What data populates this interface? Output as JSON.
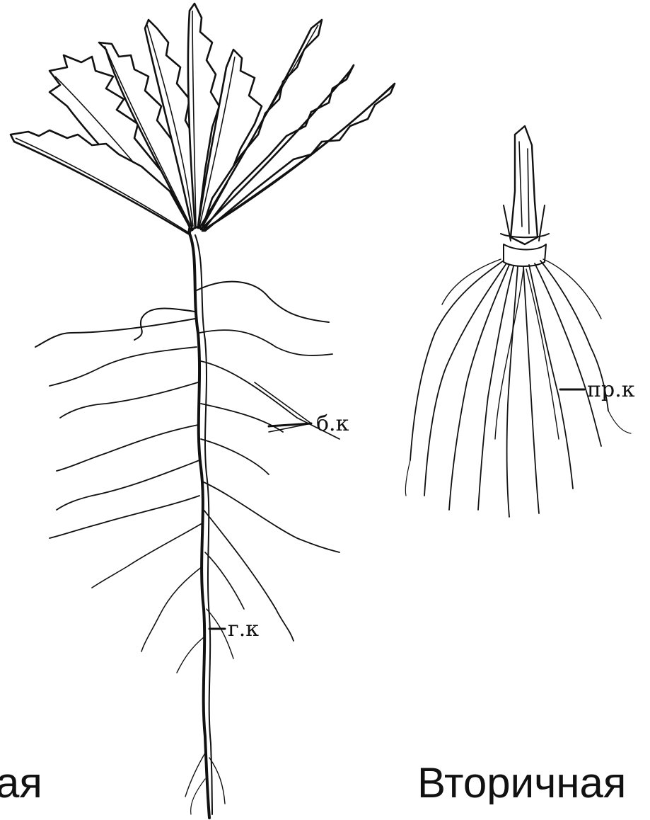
{
  "labels": {
    "lateral_roots": "б.к",
    "main_root": "г.к",
    "adventitious_roots": "пр.к"
  },
  "captions": {
    "left": "ая",
    "right": "Вторичная"
  }
}
